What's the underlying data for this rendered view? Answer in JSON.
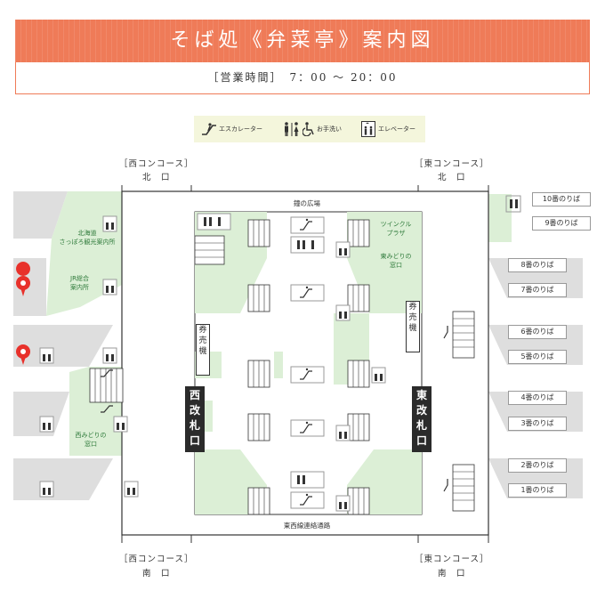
{
  "header": {
    "title": "そば処《弁菜亭》案内図",
    "hours": "［営業時間］　7：00 ～ 20：00"
  },
  "legend": {
    "escalator": "エスカレーター",
    "restroom": "お手洗い",
    "elevator": "エレベーター"
  },
  "concourse": {
    "west_top": "［西コンコース］",
    "north_exit_w": "北　口",
    "east_top": "［東コンコース］",
    "north_exit_e": "北　口",
    "west_bottom": "［西コンコース］",
    "south_exit_w": "南　口",
    "east_bottom": "［東コンコース］",
    "south_exit_e": "南　口"
  },
  "places": {
    "bell_plaza": "鐘の広場",
    "twinkle_plaza": "ツインクル\nプラザ",
    "east_midori": "東みどりの\n窓口",
    "hokkaido_info": "北海道\nさっぽろ観光案内所",
    "jr_info": "JR総合\n案内所",
    "west_midori": "西みどりの\n窓口",
    "passage": "東西線連絡通路"
  },
  "ticket_machines": {
    "west": "券\n売\n機",
    "east": "券\n売\n機"
  },
  "gates": {
    "west": "西\n改\n札\n口",
    "east": "東\n改\n札\n口"
  },
  "platforms": [
    "10番のりば",
    "9番のりば",
    "8番のりば",
    "7番のりば",
    "6番のりば",
    "5番のりば",
    "4番のりば",
    "3番のりば",
    "2番のりば",
    "1番のりば"
  ],
  "colors": {
    "banner": "#ef7b58",
    "marker": "#e8312b",
    "green_area": "#dcefd6",
    "gray_area": "#dedede",
    "gate": "#2b2b2b"
  },
  "icons": [
    "escalator-icon",
    "restroom-icon",
    "accessible-icon",
    "elevator-icon",
    "location-pin-icon"
  ]
}
